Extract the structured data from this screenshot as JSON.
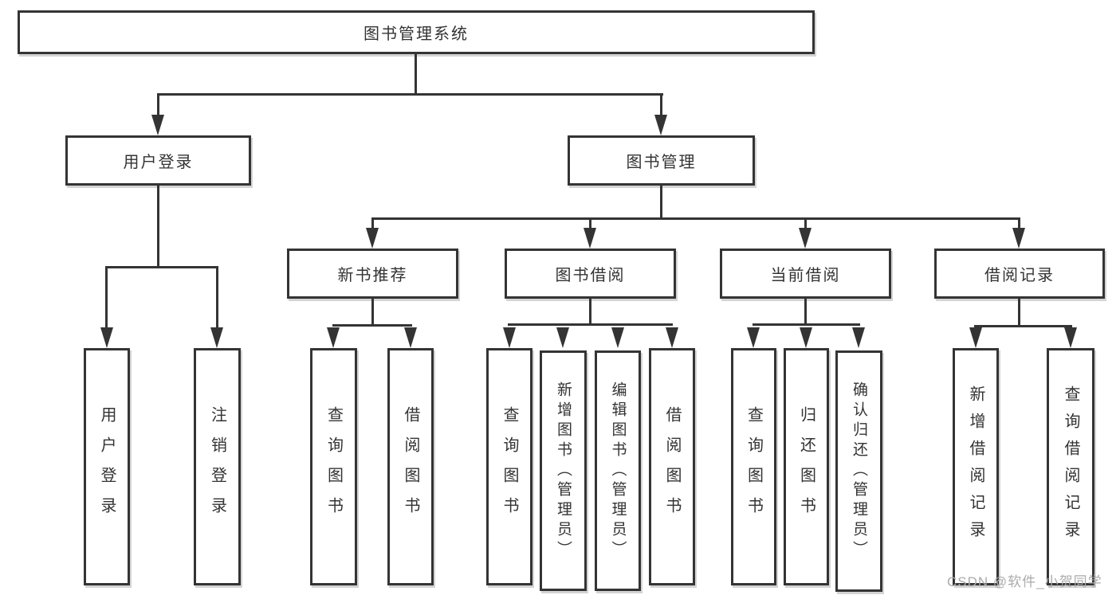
{
  "diagram": {
    "root": {
      "label": "图书管理系统"
    },
    "level2": {
      "user_login": {
        "label": "用户登录"
      },
      "book_mgmt": {
        "label": "图书管理"
      }
    },
    "level3": {
      "new_book": {
        "label": "新书推荐"
      },
      "book_borrow": {
        "label": "图书借阅"
      },
      "current_borrow": {
        "label": "当前借阅"
      },
      "borrow_record": {
        "label": "借阅记录"
      }
    },
    "leaves": {
      "ul_login": {
        "label": "用户登录"
      },
      "ul_logout": {
        "label": "注销登录"
      },
      "nb_query": {
        "label": "查询图书"
      },
      "nb_borrow": {
        "label": "借阅图书"
      },
      "bb_query": {
        "label": "查询图书"
      },
      "bb_add": {
        "label": "新增图书（管理员）"
      },
      "bb_edit": {
        "label": "编辑图书（管理员）"
      },
      "bb_borrow": {
        "label": "借阅图书"
      },
      "cb_query": {
        "label": "查询图书"
      },
      "cb_return": {
        "label": "归还图书"
      },
      "cb_confirm": {
        "label": "确认归还（管理员）"
      },
      "br_add": {
        "label": "新增借阅记录"
      },
      "br_query": {
        "label": "查询借阅记录"
      }
    }
  },
  "watermark": {
    "text": "CSDN @软件_小贺同学"
  },
  "colors": {
    "line": "#343434",
    "text": "#333333",
    "box_background": "#ffffff",
    "watermark": "#ababab",
    "page_background": "#ffffff"
  }
}
